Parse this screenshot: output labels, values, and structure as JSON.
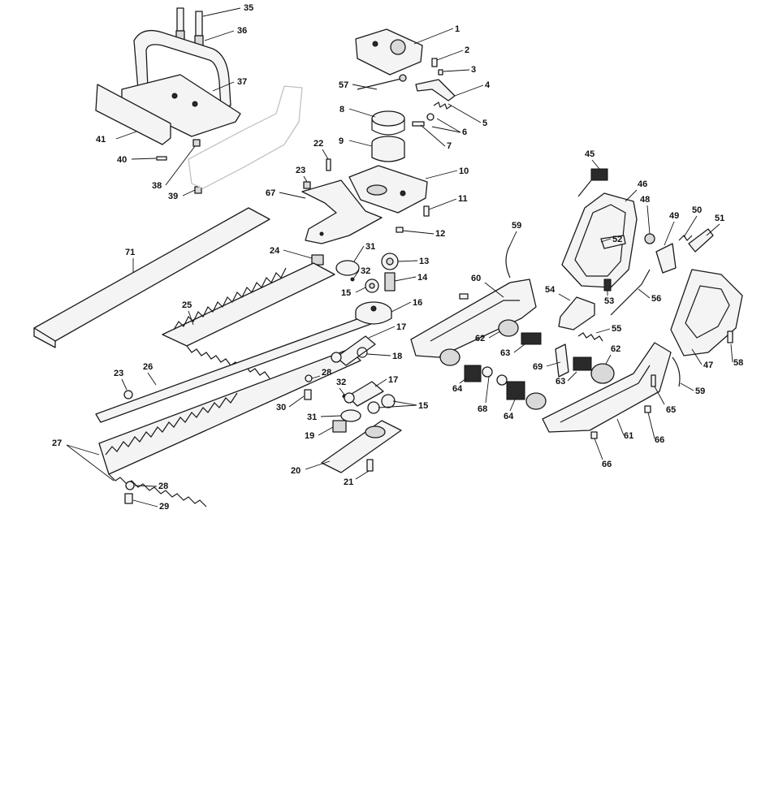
{
  "callouts": [
    {
      "id": "c35",
      "label": "35"
    },
    {
      "id": "c36",
      "label": "36"
    },
    {
      "id": "c37",
      "label": "37"
    },
    {
      "id": "c41",
      "label": "41"
    },
    {
      "id": "c40",
      "label": "40"
    },
    {
      "id": "c38",
      "label": "38"
    },
    {
      "id": "c39",
      "label": "39"
    },
    {
      "id": "c1",
      "label": "1"
    },
    {
      "id": "c2",
      "label": "2"
    },
    {
      "id": "c3",
      "label": "3"
    },
    {
      "id": "c57",
      "label": "57"
    },
    {
      "id": "c4",
      "label": "4"
    },
    {
      "id": "c8",
      "label": "8"
    },
    {
      "id": "c5",
      "label": "5"
    },
    {
      "id": "c6",
      "label": "6"
    },
    {
      "id": "c7",
      "label": "7"
    },
    {
      "id": "c9",
      "label": "9"
    },
    {
      "id": "c22",
      "label": "22"
    },
    {
      "id": "c23a",
      "label": "23"
    },
    {
      "id": "c10",
      "label": "10"
    },
    {
      "id": "c67",
      "label": "67"
    },
    {
      "id": "c11",
      "label": "11"
    },
    {
      "id": "c12",
      "label": "12"
    },
    {
      "id": "c45",
      "label": "45"
    },
    {
      "id": "c46",
      "label": "46"
    },
    {
      "id": "c48",
      "label": "48"
    },
    {
      "id": "c49",
      "label": "49"
    },
    {
      "id": "c50",
      "label": "50"
    },
    {
      "id": "c51",
      "label": "51"
    },
    {
      "id": "c52",
      "label": "52"
    },
    {
      "id": "c71",
      "label": "71"
    },
    {
      "id": "c59a",
      "label": "59"
    },
    {
      "id": "c24",
      "label": "24"
    },
    {
      "id": "c31a",
      "label": "31"
    },
    {
      "id": "c13",
      "label": "13"
    },
    {
      "id": "c32a",
      "label": "32"
    },
    {
      "id": "c14",
      "label": "14"
    },
    {
      "id": "c15a",
      "label": "15"
    },
    {
      "id": "c60",
      "label": "60"
    },
    {
      "id": "c54",
      "label": "54"
    },
    {
      "id": "c53",
      "label": "53"
    },
    {
      "id": "c56",
      "label": "56"
    },
    {
      "id": "c25",
      "label": "25"
    },
    {
      "id": "c16",
      "label": "16"
    },
    {
      "id": "c55",
      "label": "55"
    },
    {
      "id": "c17a",
      "label": "17"
    },
    {
      "id": "c62a",
      "label": "62"
    },
    {
      "id": "c63a",
      "label": "63"
    },
    {
      "id": "c18",
      "label": "18"
    },
    {
      "id": "c47",
      "label": "47"
    },
    {
      "id": "c58",
      "label": "58"
    },
    {
      "id": "c62b",
      "label": "62"
    },
    {
      "id": "c69",
      "label": "69"
    },
    {
      "id": "c63b",
      "label": "63"
    },
    {
      "id": "c23b",
      "label": "23"
    },
    {
      "id": "c26",
      "label": "26"
    },
    {
      "id": "c28a",
      "label": "28"
    },
    {
      "id": "c32b",
      "label": "32"
    },
    {
      "id": "c17b",
      "label": "17"
    },
    {
      "id": "c64a",
      "label": "64"
    },
    {
      "id": "c59b",
      "label": "59"
    },
    {
      "id": "c30",
      "label": "30"
    },
    {
      "id": "c15b",
      "label": "15"
    },
    {
      "id": "c68",
      "label": "68"
    },
    {
      "id": "c64b",
      "label": "64"
    },
    {
      "id": "c65",
      "label": "65"
    },
    {
      "id": "c31b",
      "label": "31"
    },
    {
      "id": "c61",
      "label": "61"
    },
    {
      "id": "c66a",
      "label": "66"
    },
    {
      "id": "c19",
      "label": "19"
    },
    {
      "id": "c27",
      "label": "27"
    },
    {
      "id": "c20",
      "label": "20"
    },
    {
      "id": "c66b",
      "label": "66"
    },
    {
      "id": "c21",
      "label": "21"
    },
    {
      "id": "c28b",
      "label": "28"
    },
    {
      "id": "c29",
      "label": "29"
    }
  ]
}
